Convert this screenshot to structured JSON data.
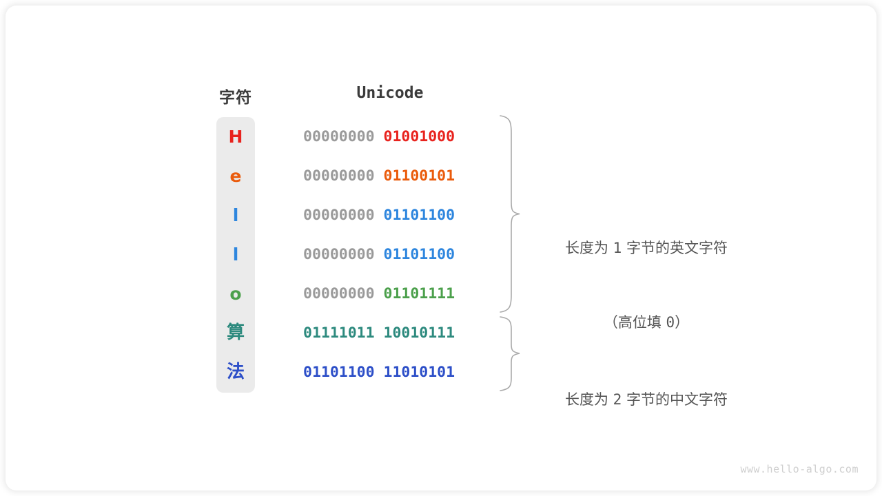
{
  "watermark": "www.hello-algo.com",
  "headers": {
    "char": "字符",
    "unicode": "Unicode"
  },
  "colors": {
    "strip_bg": "#ebebeb",
    "high_bits": "#9a9a9a",
    "header_text": "#3b3b3b",
    "annotation_text": "#555555",
    "brace": "#aaaaaa",
    "watermark": "#cfcfcf",
    "card_bg": "#ffffff"
  },
  "rows": [
    {
      "char": "H",
      "color": "#e8231e",
      "high": "00000000",
      "low": "01001000",
      "cjk": false
    },
    {
      "char": "e",
      "color": "#ea5b0c",
      "high": "00000000",
      "low": "01100101",
      "cjk": false
    },
    {
      "char": "l",
      "color": "#2e86de",
      "high": "00000000",
      "low": "01101100",
      "cjk": false
    },
    {
      "char": "l",
      "color": "#2e86de",
      "high": "00000000",
      "low": "01101100",
      "cjk": false
    },
    {
      "char": "o",
      "color": "#4ca04c",
      "high": "00000000",
      "low": "01101111",
      "cjk": false
    },
    {
      "char": "算",
      "color": "#2d8a7e",
      "high": "01111011",
      "low": "10010111",
      "cjk": true
    },
    {
      "char": "法",
      "color": "#2d4fc8",
      "high": "01101100",
      "low": "11010101",
      "cjk": true
    }
  ],
  "annotations": [
    {
      "line1_a": "长度为 ",
      "line1_num": "1",
      "line1_b": " 字节的英文字符",
      "line2_a": "（高位填 ",
      "line2_num": "0",
      "line2_b": "）"
    },
    {
      "line1_a": "长度为 ",
      "line1_num": "2",
      "line1_b": " 字节的中文字符",
      "line2_a": "",
      "line2_num": "",
      "line2_b": ""
    }
  ]
}
